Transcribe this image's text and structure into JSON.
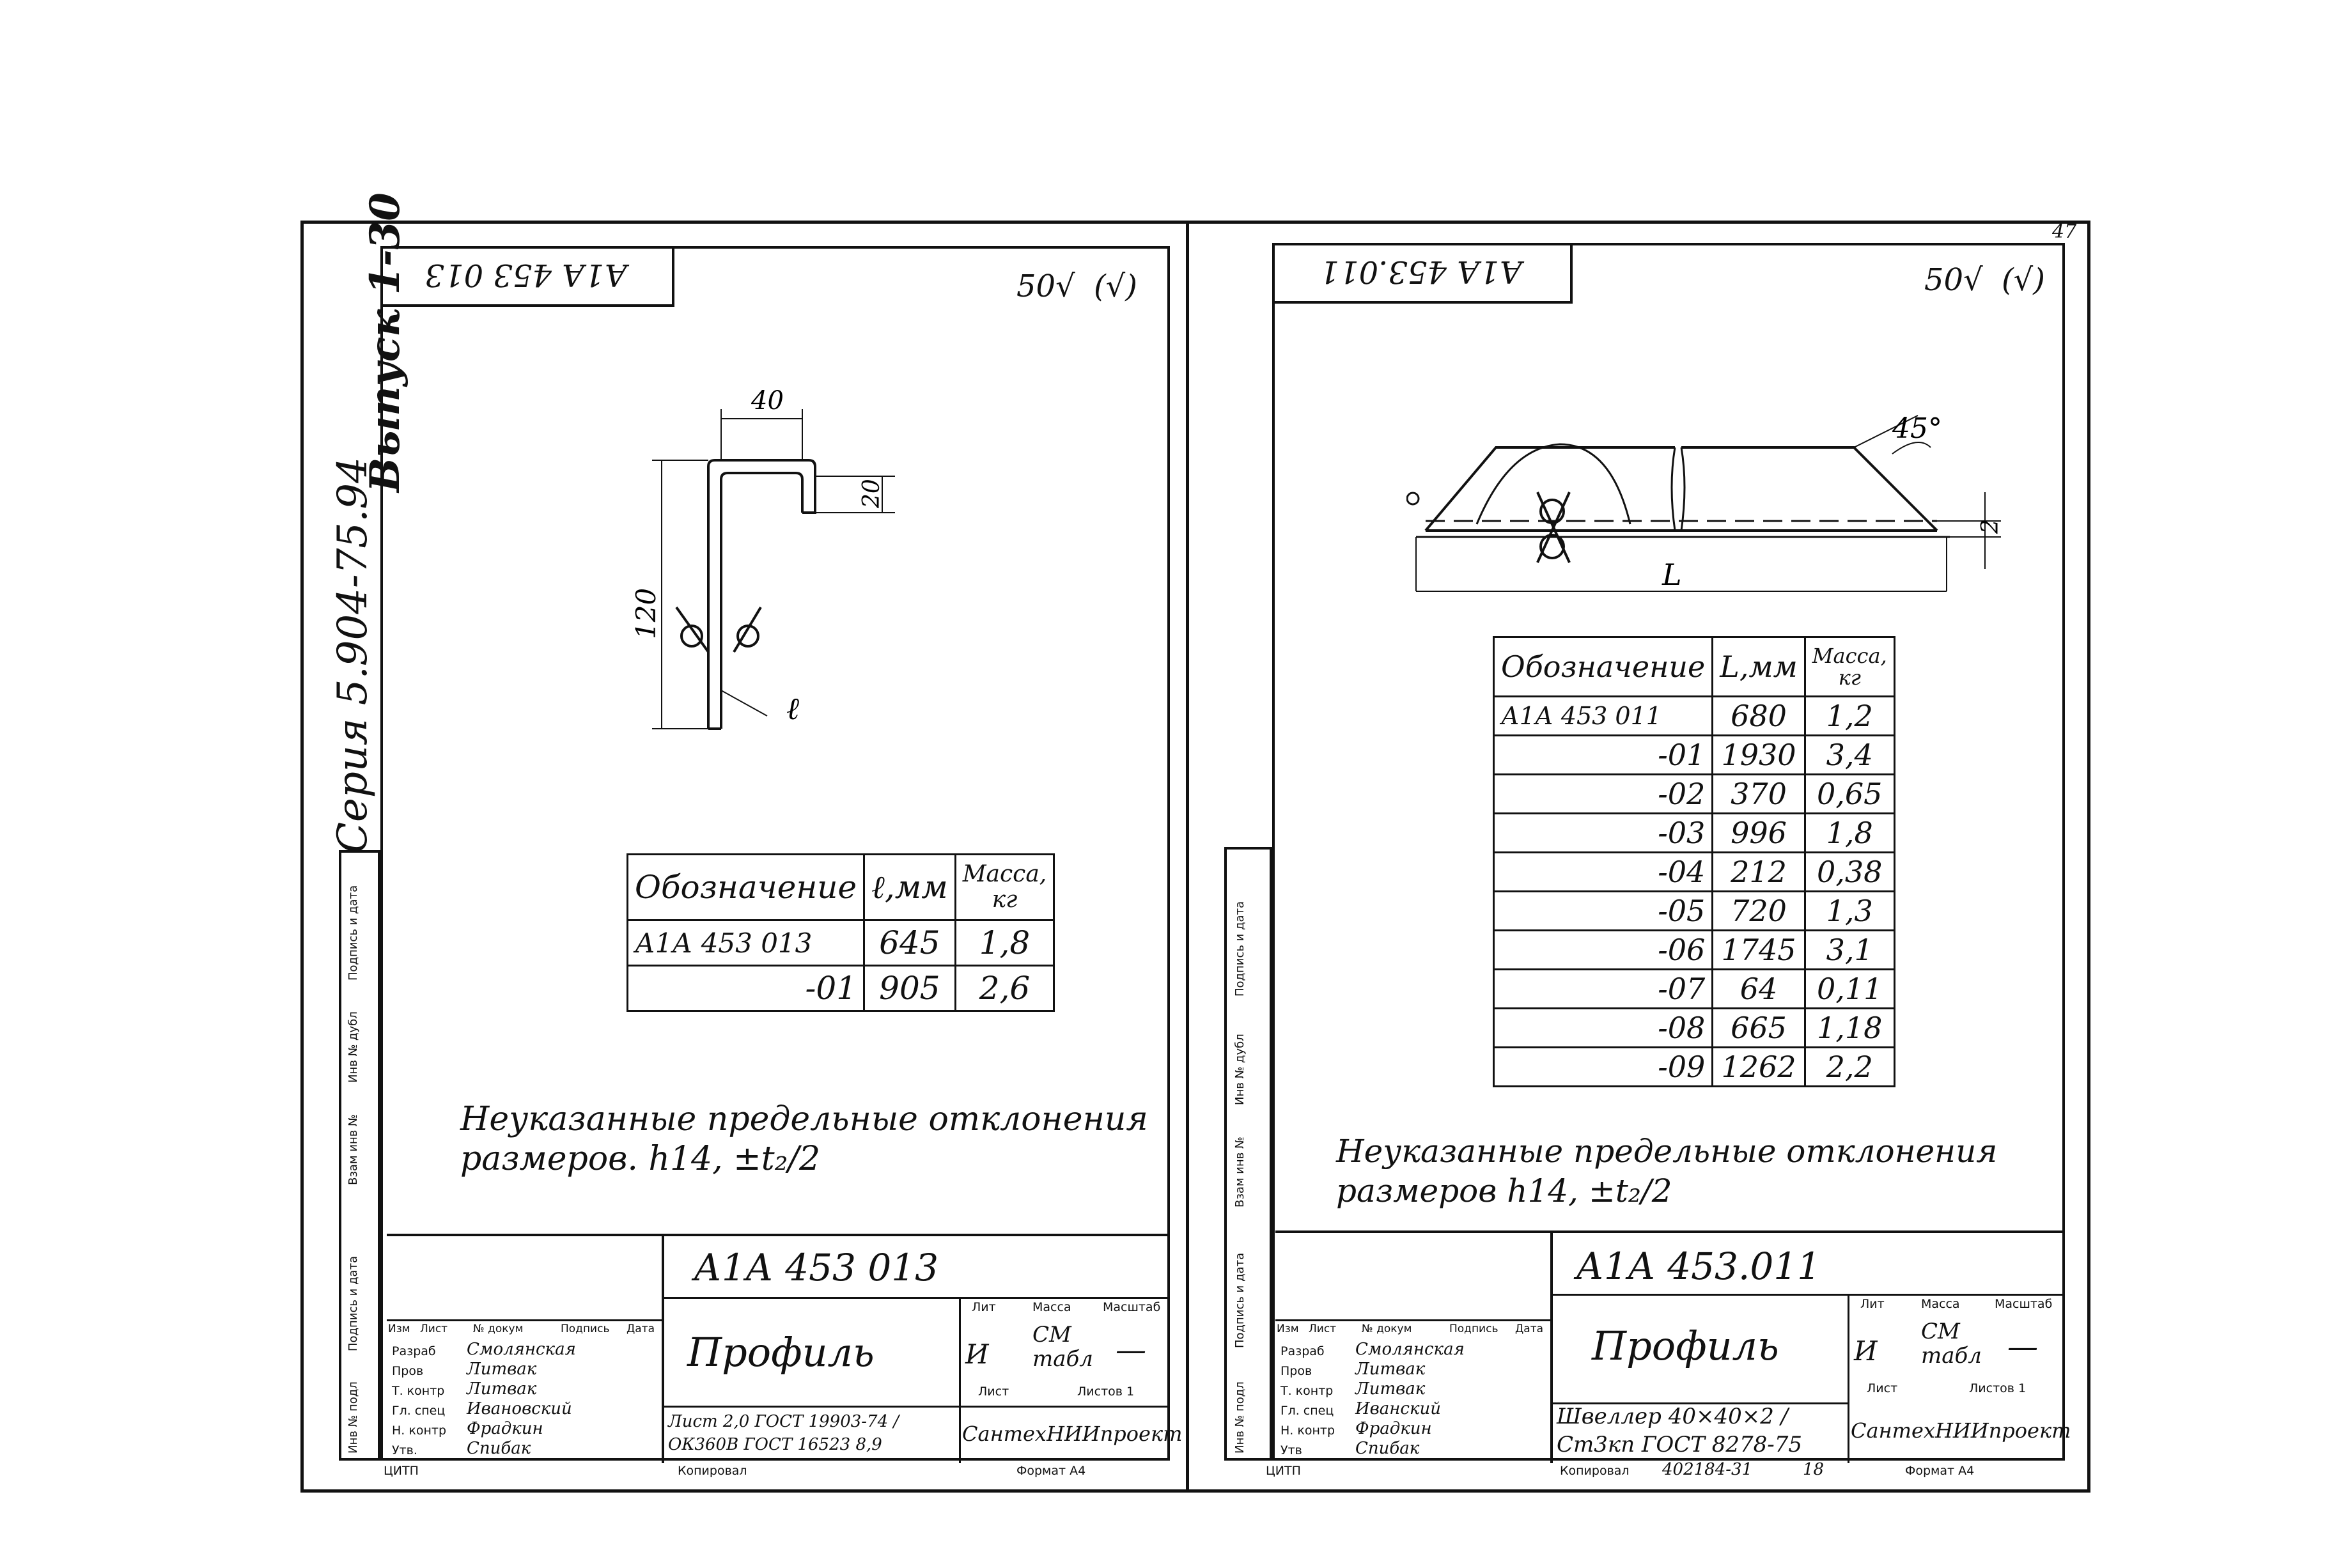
{
  "series_vertical": "Серия 5.904-75.94",
  "issue_vertical": "Выпуск 1-30",
  "sheet_mark": "47",
  "left_sheet": {
    "top_designation": "А1А 453 013",
    "roughness": "50",
    "roughness_bracket": "(√)",
    "dims": {
      "width": "40",
      "height": "20",
      "length": "120",
      "len_var": "ℓ"
    },
    "table_headers": [
      "Обозначение",
      "ℓ,мм",
      "Масса,\nкг"
    ],
    "table_rows": [
      [
        "А1А 453 013",
        "645",
        "1,8"
      ],
      [
        "-01",
        "905",
        "2,6"
      ]
    ],
    "note_line1": "Неуказанные предельные отклонения",
    "note_line2": "размеров. h14, ±t₂/2",
    "title_designation": "А1А 453 013",
    "title_name": "Профиль",
    "lit": "И",
    "mass": "СМ табл",
    "scale": "—",
    "sheet_label": "Лист",
    "sheets_label": "Листов 1",
    "material": "Лист 2,0 ГОСТ 19903-74 / ОК360В ГОСТ 16523 8,9",
    "org": "СантехНИИпроект",
    "roles": [
      "Разраб",
      "Пров",
      "Т. контр",
      "Гл. спец",
      "Н. контр",
      "Утв."
    ],
    "names": [
      "Смолянская",
      "Литвак",
      "Литвак",
      "Ивановский",
      "Фрадкин",
      "Спибак"
    ],
    "head_cols": [
      "Изм",
      "Лист",
      "№ докум",
      "Подпись",
      "Дата"
    ],
    "col_heads": [
      "Лит",
      "Масса",
      "Масштаб"
    ],
    "footer_left": "ЦИТП",
    "footer_copy": "Копировал",
    "footer_format": "Формат А4"
  },
  "right_sheet": {
    "top_designation": "А1А 453.011",
    "roughness": "50",
    "roughness_bracket": "(√)",
    "dims": {
      "angle": "45°",
      "depth": "2",
      "length": "L"
    },
    "table_headers": [
      "Обозначение",
      "L,мм",
      "Масса,\nкг"
    ],
    "table_rows": [
      [
        "А1А 453 011",
        "680",
        "1,2"
      ],
      [
        "-01",
        "1930",
        "3,4"
      ],
      [
        "-02",
        "370",
        "0,65"
      ],
      [
        "-03",
        "996",
        "1,8"
      ],
      [
        "-04",
        "212",
        "0,38"
      ],
      [
        "-05",
        "720",
        "1,3"
      ],
      [
        "-06",
        "1745",
        "3,1"
      ],
      [
        "-07",
        "64",
        "0,11"
      ],
      [
        "-08",
        "665",
        "1,18"
      ],
      [
        "-09",
        "1262",
        "2,2"
      ]
    ],
    "note_line1": "Неуказанные предельные отклонения",
    "note_line2": "размеров h14, ±t₂/2",
    "title_designation": "А1А 453.011",
    "title_name": "Профиль",
    "lit": "И",
    "mass": "СМ табл",
    "scale": "—",
    "sheet_label": "Лист",
    "sheets_label": "Листов 1",
    "material": "Швеллер 40×40×2 / Ст3кп ГОСТ 8278-75",
    "org": "СантехНИИпроект",
    "roles": [
      "Разраб",
      "Пров",
      "Т. контр",
      "Гл. спец",
      "Н. контр",
      "Утв"
    ],
    "names": [
      "Смолянская",
      "Литвак",
      "Литвак",
      "Иванский",
      "Фрадкин",
      "Спибак"
    ],
    "head_cols": [
      "Изм",
      "Лист",
      "№ докум",
      "Подпись",
      "Дата"
    ],
    "col_heads": [
      "Лит",
      "Масса",
      "Масштаб"
    ],
    "footer_left": "ЦИТП",
    "footer_copy": "Копировал",
    "footer_num": "402184-31",
    "footer_page": "18",
    "footer_format": "Формат А4"
  },
  "side_stamp": [
    "Инв № подл",
    "Подпись и дата",
    "Взам инв №",
    "Инв № дубл",
    "Подпись и дата"
  ]
}
